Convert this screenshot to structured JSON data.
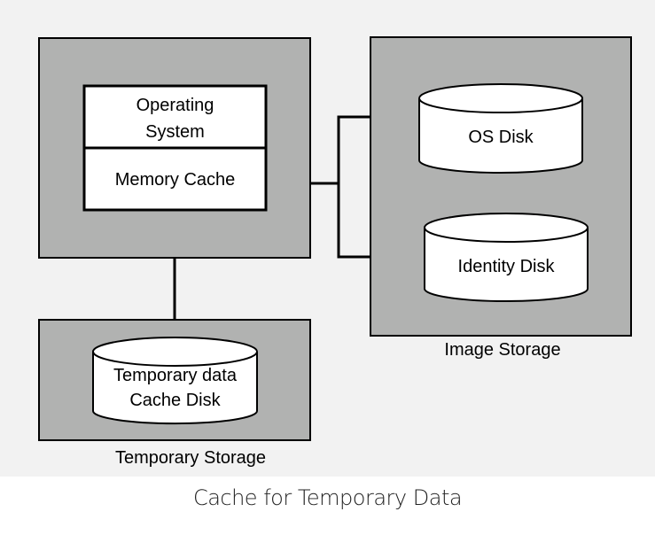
{
  "colors": {
    "canvas_background": "#f2f2f2",
    "container_fill": "#b1b2b1",
    "inner_fill": "#ffffff",
    "stroke": "#000000"
  },
  "vm": {
    "os_label_line1": "Operating",
    "os_label_line2": "System",
    "memory_cache_label": "Memory Cache"
  },
  "image_storage": {
    "label": "Image Storage",
    "os_disk_label": "OS Disk",
    "identity_disk_label": "Identity Disk"
  },
  "temporary_storage": {
    "label": "Temporary Storage",
    "disk_label_line1": "Temporary data",
    "disk_label_line2": "Cache Disk"
  },
  "caption": "Cache for Temporary Data"
}
